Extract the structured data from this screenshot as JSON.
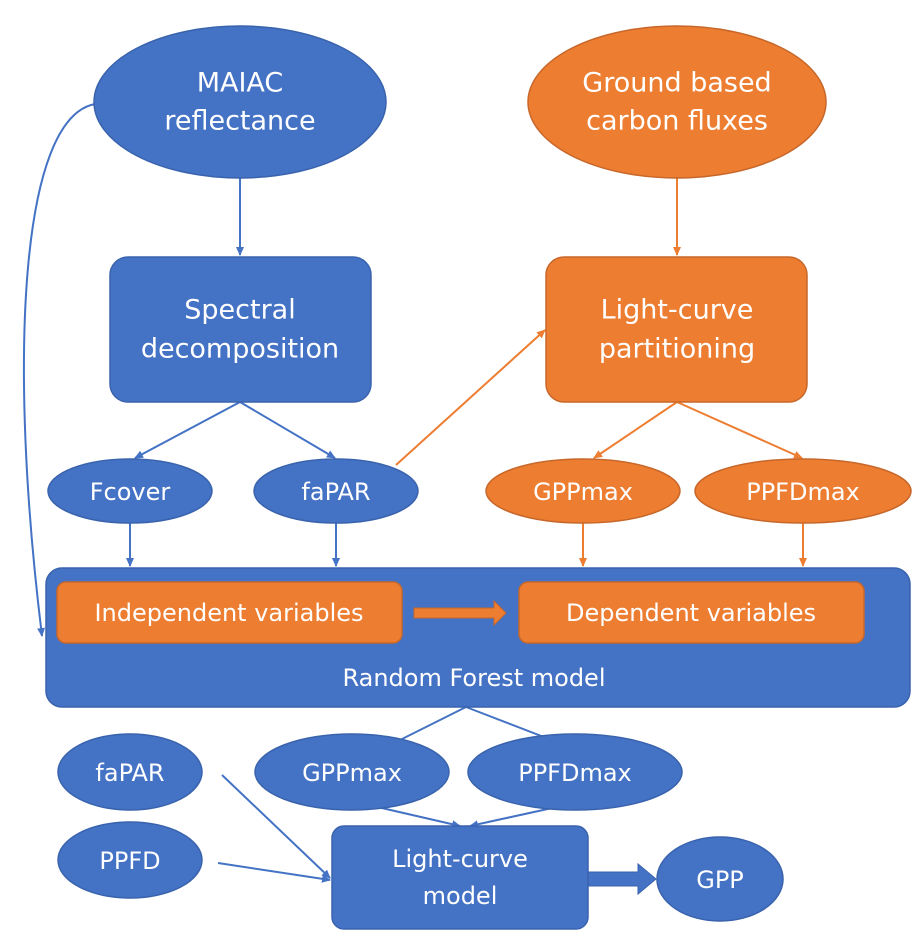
{
  "colors": {
    "blue": "#4472C4",
    "blue_border": "#3A63AD",
    "orange": "#ED7D31",
    "orange_border": "#C7672A",
    "text": "#FFFFFF"
  },
  "nodes": {
    "maiac": {
      "line1": "MAIAC",
      "line2": "reflectance"
    },
    "ground": {
      "line1": "Ground based",
      "line2": "carbon fluxes"
    },
    "spectral": {
      "line1": "Spectral",
      "line2": "decomposition"
    },
    "partitioning": {
      "line1": "Light-curve",
      "line2": "partitioning"
    },
    "fcover": {
      "label": "Fcover"
    },
    "fapar_top": {
      "label": "faPAR"
    },
    "gppmax_top": {
      "label": "GPPmax"
    },
    "ppfdmax_top": {
      "label": "PPFDmax"
    },
    "independent": {
      "label": "Independent variables"
    },
    "dependent": {
      "label": "Dependent variables"
    },
    "random_forest": {
      "label": "Random Forest model"
    },
    "fapar_bottom": {
      "label": "faPAR"
    },
    "gppmax_bottom": {
      "label": "GPPmax"
    },
    "ppfdmax_bottom": {
      "label": "PPFDmax"
    },
    "ppfd": {
      "label": "PPFD"
    },
    "lc_model": {
      "line1": "Light-curve",
      "line2": "model"
    },
    "gpp": {
      "label": "GPP"
    }
  }
}
